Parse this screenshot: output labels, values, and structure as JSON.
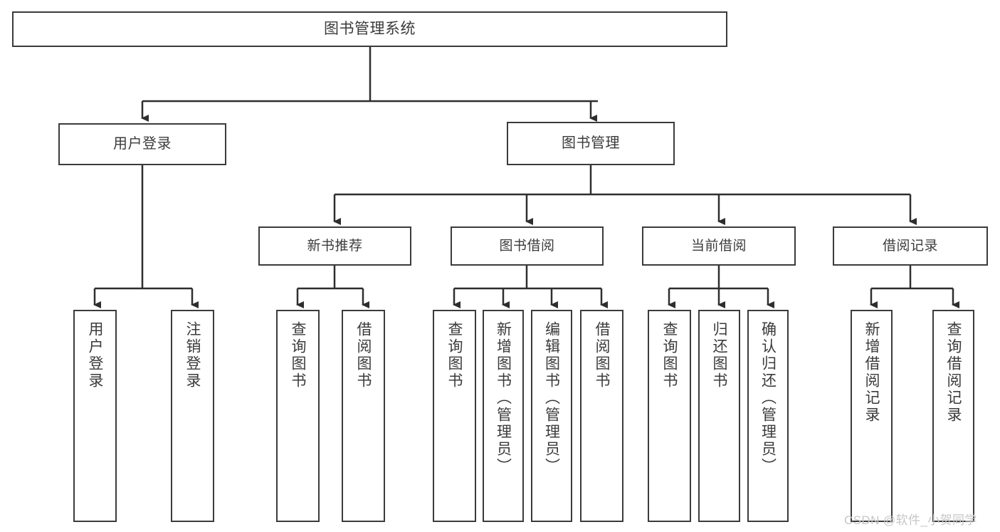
{
  "diagram": {
    "title": "图书管理系统",
    "type": "hierarchy-tree",
    "root": {
      "label": "图书管理系统"
    },
    "level1": [
      {
        "label": "用户登录"
      },
      {
        "label": "图书管理"
      }
    ],
    "level2": [
      {
        "label": "新书推荐"
      },
      {
        "label": "图书借阅"
      },
      {
        "label": "当前借阅"
      },
      {
        "label": "借阅记录"
      }
    ],
    "leaves": [
      {
        "label": "用户登录"
      },
      {
        "label": "注销登录"
      },
      {
        "label": "查询图书"
      },
      {
        "label": "借阅图书"
      },
      {
        "label": "查询图书"
      },
      {
        "label": "新增图书（管理员）"
      },
      {
        "label": "编辑图书（管理员）"
      },
      {
        "label": "借阅图书"
      },
      {
        "label": "查询图书"
      },
      {
        "label": "归还图书"
      },
      {
        "label": "确认归还（管理员）"
      },
      {
        "label": "新增借阅记录"
      },
      {
        "label": "查询借阅记录"
      }
    ],
    "watermark": "CSDN @软件_小贺同学",
    "colors": {
      "stroke": "#3b3b3b",
      "fill": "#ffffff",
      "text": "#3b3b3b",
      "watermark": "#c6c6c6"
    }
  }
}
